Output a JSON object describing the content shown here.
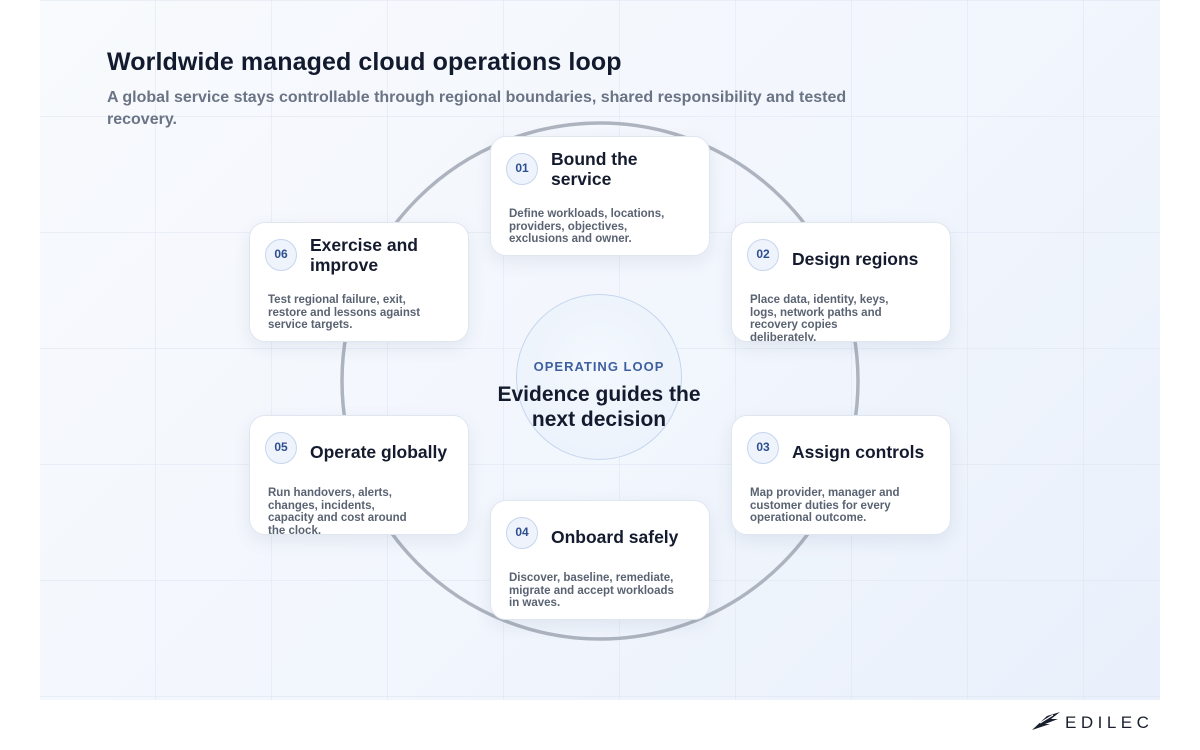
{
  "title": "Worldwide managed cloud operations loop",
  "subtitle": "A global service stays controllable through regional boundaries, shared responsibility and tested recovery.",
  "center": {
    "label": "OPERATING LOOP",
    "text": "Evidence guides the next decision"
  },
  "steps": [
    {
      "num": "01",
      "title": "Bound the service",
      "desc": "Define workloads, locations, providers, objectives, exclusions and owner."
    },
    {
      "num": "02",
      "title": "Design regions",
      "desc": "Place data, identity, keys, logs, network paths and recovery copies deliberately."
    },
    {
      "num": "03",
      "title": "Assign controls",
      "desc": "Map provider, manager and customer duties for every operational outcome."
    },
    {
      "num": "04",
      "title": "Onboard safely",
      "desc": "Discover, baseline, remediate, migrate and accept workloads in waves."
    },
    {
      "num": "05",
      "title": "Operate globally",
      "desc": "Run handovers, alerts, changes, incidents, capacity and cost around the clock."
    },
    {
      "num": "06",
      "title": "Exercise and improve",
      "desc": "Test regional failure, exit, restore and lessons against service targets."
    }
  ],
  "logo": {
    "text": "EDILEC",
    "icon": "edilec-wing-logo"
  },
  "colors": {
    "accent": "#2e4f8f",
    "ring": "#aeb4bf",
    "title": "#121a2e"
  }
}
